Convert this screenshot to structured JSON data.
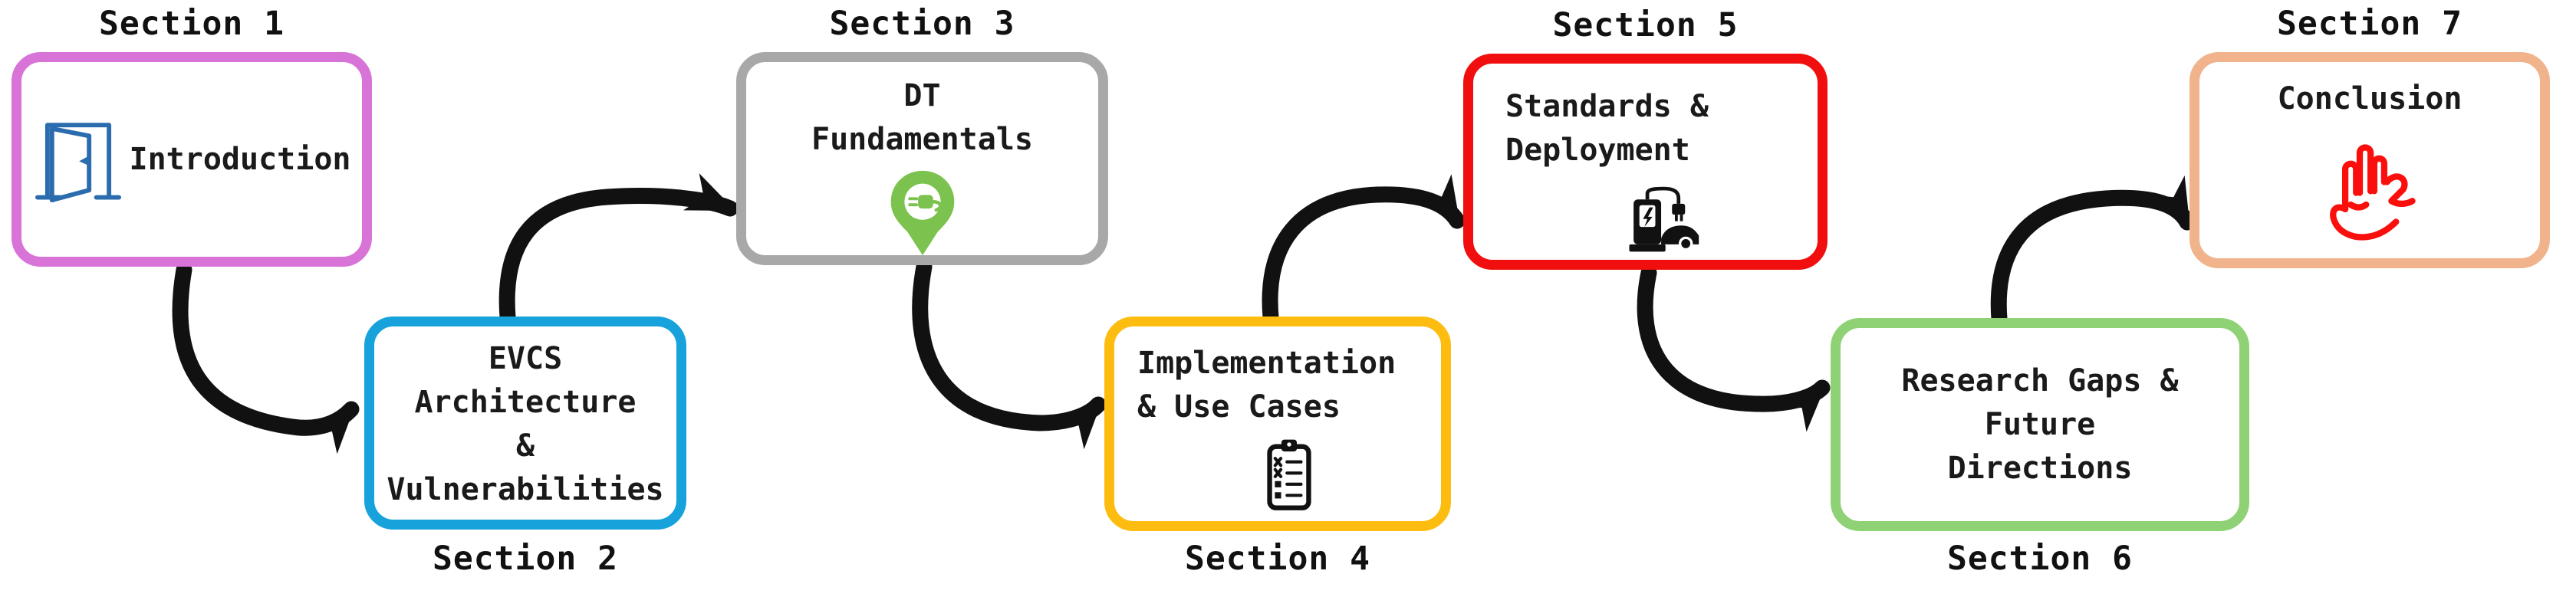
{
  "sections": [
    {
      "label": "Section 1",
      "lines": [
        "Introduction"
      ],
      "icon": "open-door-icon",
      "border_color": "#D873D8",
      "label_position": "above"
    },
    {
      "label": "Section 2",
      "lines": [
        "EVCS",
        "Architecture",
        "&",
        "Vulnerabilities"
      ],
      "border_color": "#17A2DC",
      "label_position": "below"
    },
    {
      "label": "Section 3",
      "lines": [
        "DT",
        "Fundamentals"
      ],
      "icon": "ev-charging-pin-icon",
      "border_color": "#A8A8A8",
      "label_position": "above"
    },
    {
      "label": "Section 4",
      "lines": [
        "Implementation",
        "& Use Cases"
      ],
      "icon": "checklist-clipboard-icon",
      "border_color": "#FDBD10",
      "label_position": "below"
    },
    {
      "label": "Section 5",
      "lines": [
        "Standards &",
        "Deployment"
      ],
      "icon": "ev-charging-station-icon",
      "border_color": "#F10E0E",
      "label_position": "above"
    },
    {
      "label": "Section 6",
      "lines": [
        "Research Gaps &",
        "Future",
        "Directions"
      ],
      "border_color": "#8FD276",
      "label_position": "below"
    },
    {
      "label": "Section 7",
      "lines": [
        "Conclusion"
      ],
      "icon": "stop-hand-icon",
      "border_color": "#F0B38C",
      "label_position": "above"
    }
  ],
  "icons": {
    "open_door": {
      "name": "open-door-icon",
      "color": "#2A6CAE"
    },
    "ev_pin": {
      "name": "ev-charging-pin-icon",
      "color": "#7CC24E"
    },
    "clipboard": {
      "name": "checklist-clipboard-icon",
      "color": "#111111"
    },
    "ev_station": {
      "name": "ev-charging-station-icon",
      "color": "#111111"
    },
    "stop_hand": {
      "name": "stop-hand-icon",
      "color": "#FA0F0C"
    }
  },
  "connections": [
    {
      "from": "Section 1",
      "to": "Section 2"
    },
    {
      "from": "Section 2",
      "to": "Section 3"
    },
    {
      "from": "Section 3",
      "to": "Section 4"
    },
    {
      "from": "Section 4",
      "to": "Section 5"
    },
    {
      "from": "Section 5",
      "to": "Section 6"
    },
    {
      "from": "Section 6",
      "to": "Section 7"
    }
  ],
  "colors": {
    "arrow": "#111111",
    "text": "#1A1A1A",
    "background": "#FFFFFF"
  }
}
